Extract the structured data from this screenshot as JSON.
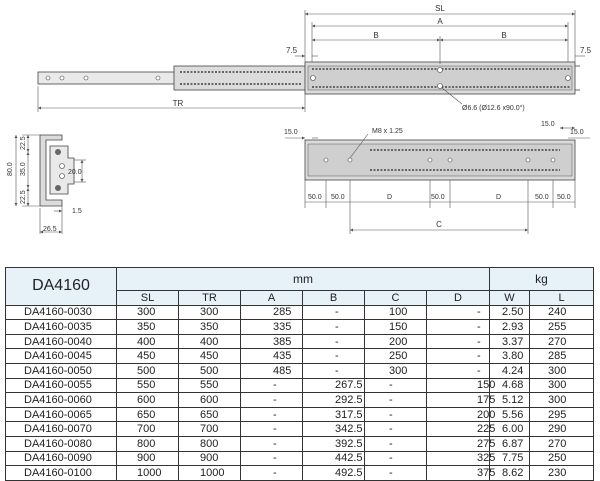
{
  "drawing": {
    "top_view": {
      "labels": {
        "SL": "SL",
        "A": "A",
        "B_left": "B",
        "B_right": "B",
        "offset_left": "7.5",
        "offset_right": "7.5",
        "TR": "TR",
        "hole_note": "Ø6.6 (Ø12.6 x90.0°)"
      }
    },
    "side_view": {
      "labels": {
        "thread": "M8 x 1.25",
        "end_left": "15.0",
        "end_right_top": "15.0",
        "end_right_mid": "15.0",
        "seg1": "50.0",
        "seg2": "50.0",
        "seg3": "D",
        "seg4": "50.0",
        "seg5": "D",
        "seg6": "50.0",
        "seg7": "50.0",
        "C": "C"
      }
    },
    "section_view": {
      "labels": {
        "h_total": "80.0",
        "h_top": "22.5",
        "h_mid": "35.0",
        "h_bot": "22.5",
        "inner": "20.0",
        "thickness": "1.5",
        "width": "26.5"
      }
    }
  },
  "table": {
    "model": "DA4160",
    "group_mm": "mm",
    "group_kg": "kg",
    "columns": [
      "SL",
      "TR",
      "A",
      "B",
      "C",
      "D",
      "W",
      "L"
    ],
    "rows": [
      [
        "DA4160-0030",
        "300",
        "300",
        "285",
        "-",
        "100",
        "-",
        "2.50",
        "240"
      ],
      [
        "DA4160-0035",
        "350",
        "350",
        "335",
        "-",
        "150",
        "-",
        "2.93",
        "255"
      ],
      [
        "DA4160-0040",
        "400",
        "400",
        "385",
        "-",
        "200",
        "-",
        "3.37",
        "270"
      ],
      [
        "DA4160-0045",
        "450",
        "450",
        "435",
        "-",
        "250",
        "-",
        "3.80",
        "285"
      ],
      [
        "DA4160-0050",
        "500",
        "500",
        "485",
        "-",
        "300",
        "-",
        "4.24",
        "300"
      ],
      [
        "DA4160-0055",
        "550",
        "550",
        "-",
        "267.5",
        "-",
        "150",
        "4.68",
        "300"
      ],
      [
        "DA4160-0060",
        "600",
        "600",
        "-",
        "292.5",
        "-",
        "175",
        "5.12",
        "300"
      ],
      [
        "DA4160-0065",
        "650",
        "650",
        "-",
        "317.5",
        "-",
        "200",
        "5.56",
        "295"
      ],
      [
        "DA4160-0070",
        "700",
        "700",
        "-",
        "342.5",
        "-",
        "225",
        "6.00",
        "290"
      ],
      [
        "DA4160-0080",
        "800",
        "800",
        "-",
        "392.5",
        "-",
        "275",
        "6.87",
        "270"
      ],
      [
        "DA4160-0090",
        "900",
        "900",
        "-",
        "442.5",
        "-",
        "325",
        "7.75",
        "250"
      ],
      [
        "DA4160-0100",
        "1000",
        "1000",
        "-",
        "492.5",
        "-",
        "375",
        "8.62",
        "230"
      ]
    ]
  }
}
